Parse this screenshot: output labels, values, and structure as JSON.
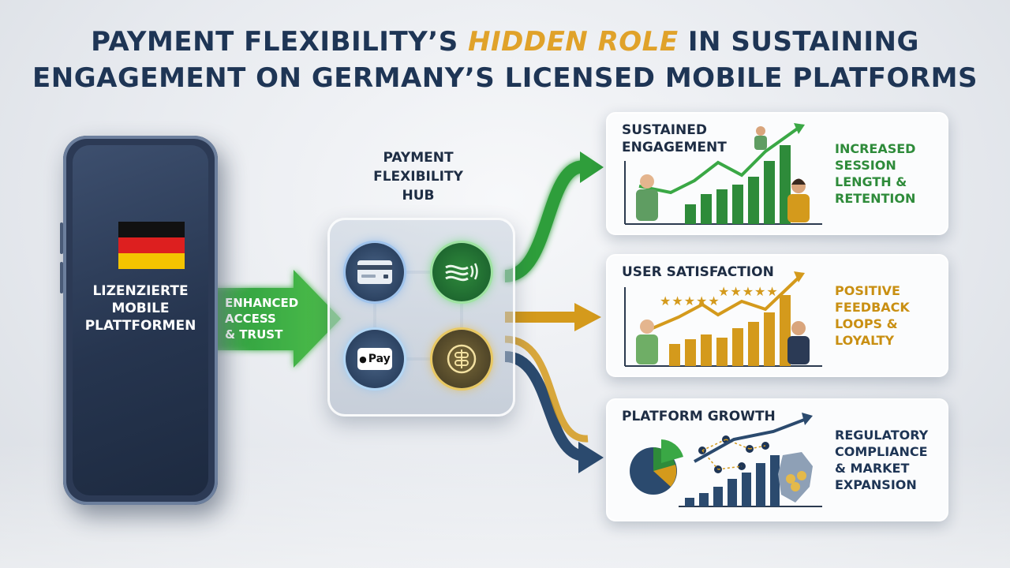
{
  "title": {
    "part1": "PAYMENT FLEXIBILITY’S ",
    "highlight": "HIDDEN ROLE",
    "part2": " IN SUSTAINING",
    "line2": "ENGAGEMENT ON GERMANY’S LICENSED MOBILE PLATFORMS"
  },
  "phone": {
    "label_line1": "LIZENZIERTE",
    "label_line2": "MOBILE",
    "label_line3": "PLATTFORMEN",
    "flag_colors": [
      "#111111",
      "#dd1f1f",
      "#f4c400"
    ]
  },
  "arrow": {
    "line1": "ENHANCED",
    "line2": "ACCESS",
    "line3": "& TRUST"
  },
  "hub": {
    "title_line1": "PAYMENT",
    "title_line2": "FLEXIBILITY",
    "title_line3": "HUB",
    "nodes": [
      {
        "icon": "credit-card-icon"
      },
      {
        "icon": "contactless-icon"
      },
      {
        "icon": "apple-pay-icon",
        "text": "Pay"
      },
      {
        "icon": "crypto-coin-icon"
      }
    ]
  },
  "cards": [
    {
      "title_line1": "SUSTAINED",
      "title_line2": "ENGAGEMENT",
      "desc_line1": "INCREASED",
      "desc_line2": "SESSION",
      "desc_line3": "LENGTH &",
      "desc_line4": "RETENTION",
      "accent": "#2e8b3a"
    },
    {
      "title_line1": "USER SATISFACTION",
      "desc_line1": "POSITIVE",
      "desc_line2": "FEEDBACK",
      "desc_line3": "LOOPS &",
      "desc_line4": "LOYALTY",
      "stars": "★★★★★",
      "accent": "#c98f12"
    },
    {
      "title_line1": "PLATFORM GROWTH",
      "desc_line1": "REGULATORY",
      "desc_line2": "COMPLIANCE",
      "desc_line3": "& MARKET",
      "desc_line4": "EXPANSION",
      "accent": "#1e3555"
    }
  ]
}
